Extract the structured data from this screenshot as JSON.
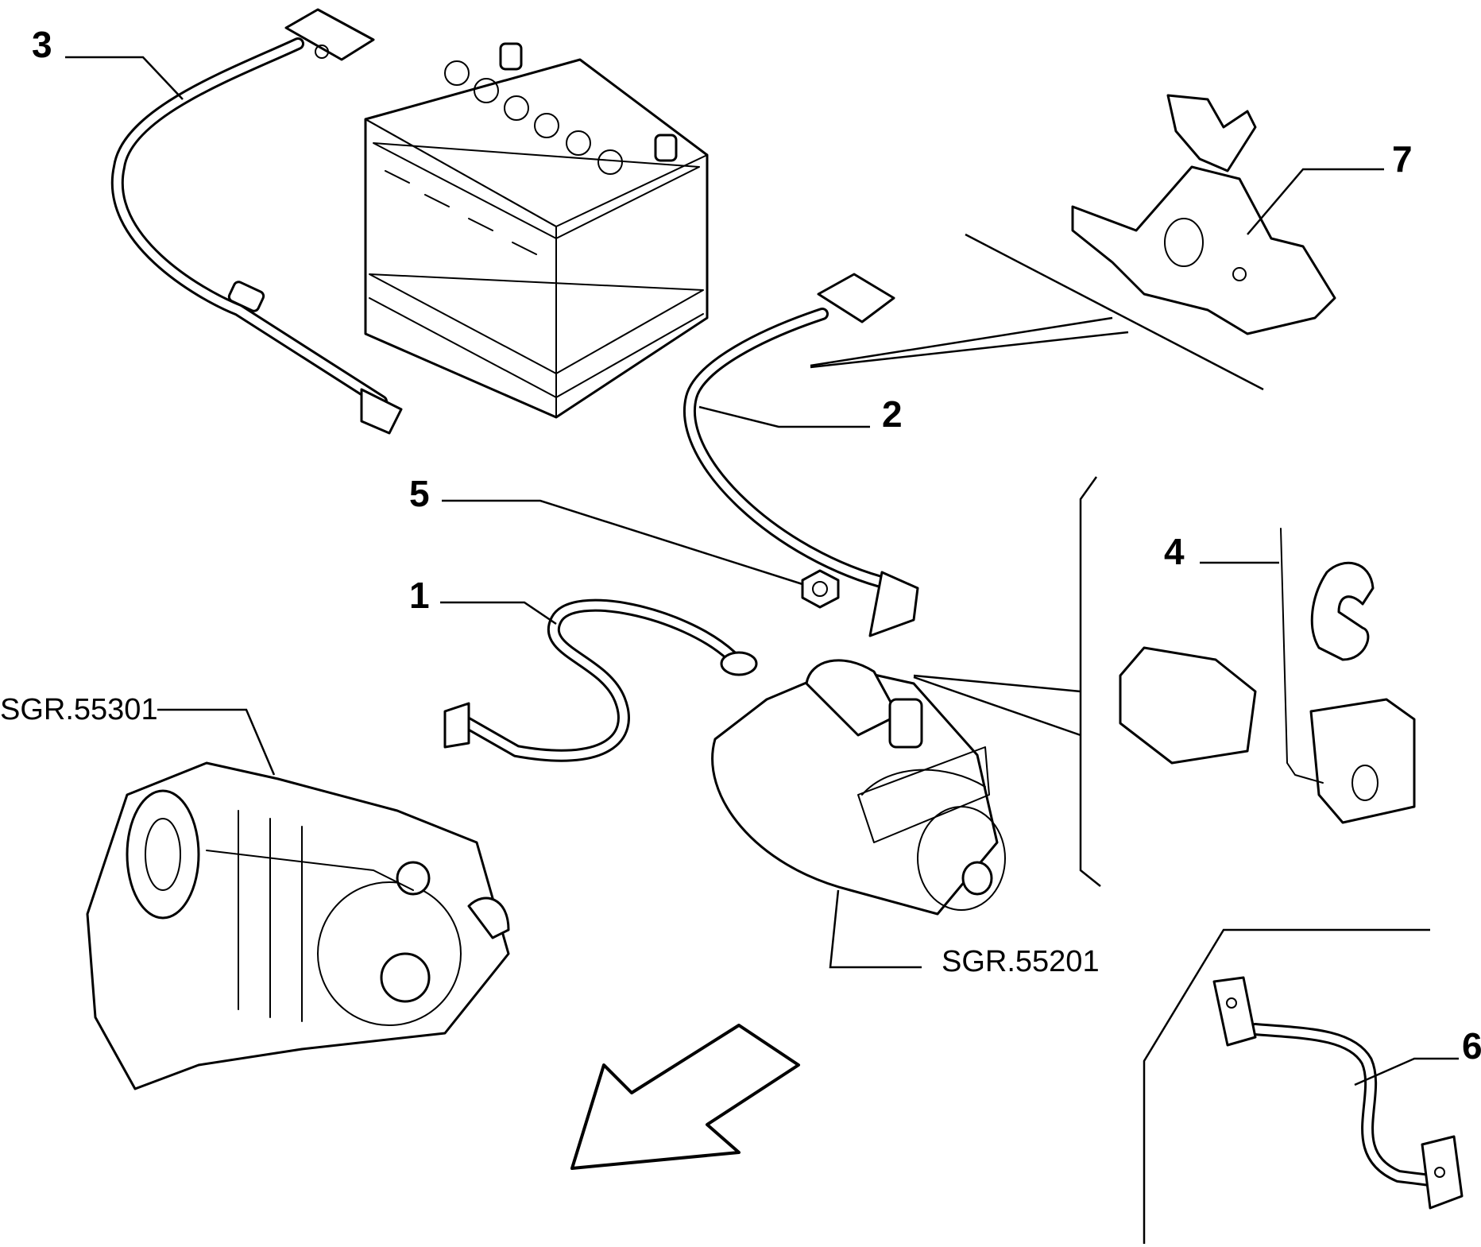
{
  "diagram": {
    "callouts": {
      "c1": "1",
      "c2": "2",
      "c3": "3",
      "c4": "4",
      "c5": "5",
      "c6": "6",
      "c7": "7"
    },
    "references": {
      "alternator": "SGR.55301",
      "starter": "SGR.55201"
    }
  }
}
